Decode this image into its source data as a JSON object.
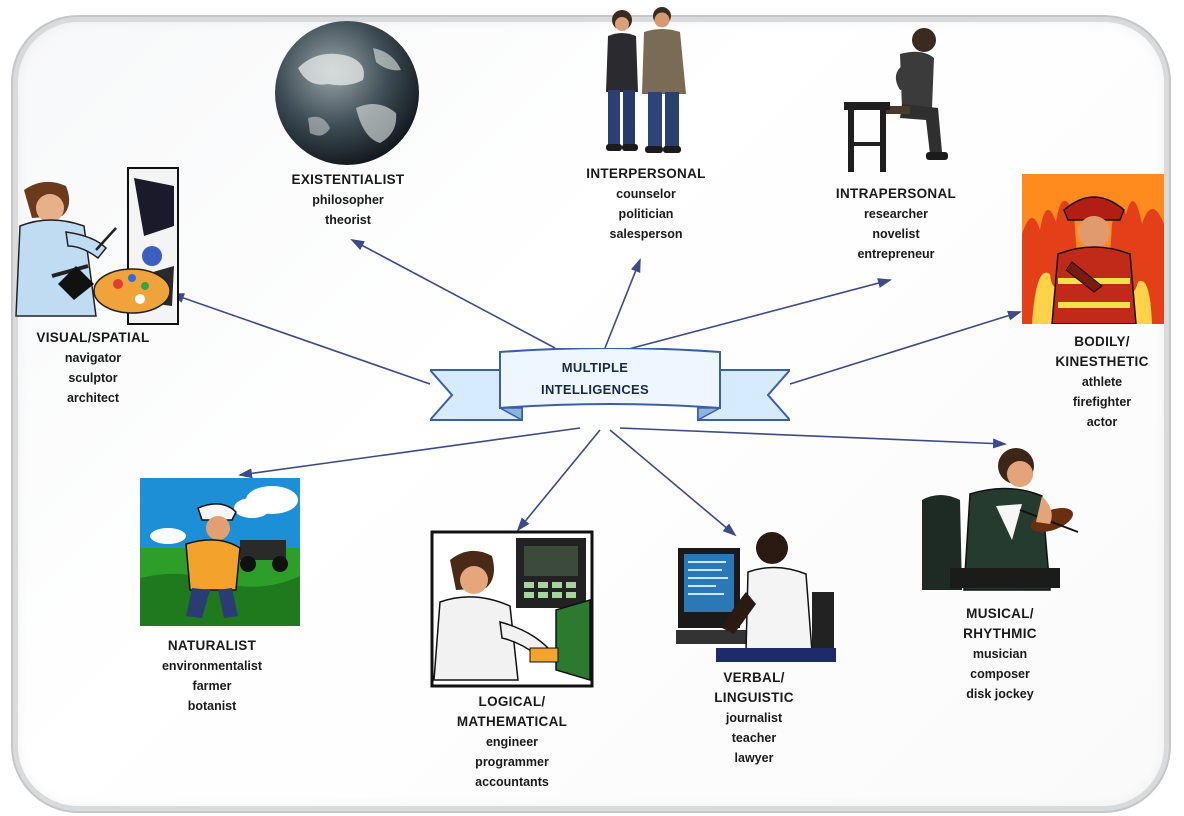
{
  "center": {
    "line1": "MULTIPLE",
    "line2": "INTELLIGENCES"
  },
  "intelligences": [
    {
      "key": "existentialist",
      "title": "EXISTENTIALIST",
      "title2": "",
      "roles": [
        "philosopher",
        "theorist"
      ],
      "icon": "globe-icon"
    },
    {
      "key": "interpersonal",
      "title": "INTERPERSONAL",
      "title2": "",
      "roles": [
        "counselor",
        "politician",
        "salesperson"
      ],
      "icon": "two-people-icon"
    },
    {
      "key": "intrapersonal",
      "title": "INTRAPERSONAL",
      "title2": "",
      "roles": [
        "researcher",
        "novelist",
        "entrepreneur"
      ],
      "icon": "thinker-on-stool-icon"
    },
    {
      "key": "visual-spatial",
      "title": "VISUAL/SPATIAL",
      "title2": "",
      "roles": [
        "navigator",
        "sculptor",
        "architect"
      ],
      "icon": "painter-icon"
    },
    {
      "key": "bodily-kinesthetic",
      "title": "BODILY/",
      "title2": "KINESTHETIC",
      "roles": [
        "athlete",
        "firefighter",
        "actor"
      ],
      "icon": "firefighter-icon"
    },
    {
      "key": "naturalist",
      "title": "NATURALIST",
      "title2": "",
      "roles": [
        "environmentalist",
        "farmer",
        "botanist"
      ],
      "icon": "farmer-icon"
    },
    {
      "key": "logical-mathematical",
      "title": "LOGICAL/",
      "title2": "MATHEMATICAL",
      "roles": [
        "engineer",
        "programmer",
        "accountants"
      ],
      "icon": "computer-operator-icon"
    },
    {
      "key": "verbal-linguistic",
      "title": "VERBAL/",
      "title2": "LINGUISTIC",
      "roles": [
        "journalist",
        "teacher",
        "lawyer"
      ],
      "icon": "writer-at-computer-icon"
    },
    {
      "key": "musical-rhythmic",
      "title": "MUSICAL/",
      "title2": "RHYTHMIC",
      "roles": [
        "musician",
        "composer",
        "disk jockey"
      ],
      "icon": "violinist-icon"
    }
  ],
  "colors": {
    "banner_fill": "#e6f3ff",
    "banner_stroke": "#3a5ea8",
    "arrow": "#3d4a86",
    "frame_border": "#cfd1d3"
  }
}
